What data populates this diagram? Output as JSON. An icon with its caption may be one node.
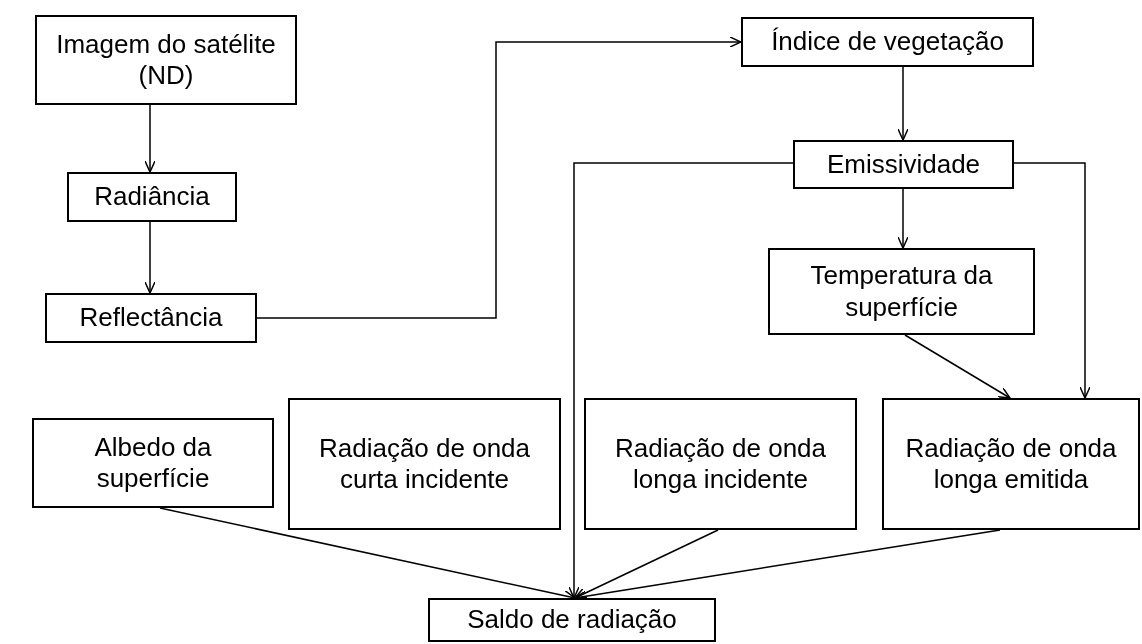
{
  "diagram": {
    "nodes": [
      {
        "text": [
          "Imagem do satélite (ND)"
        ]
      },
      {
        "text": [
          "Radiância"
        ]
      },
      {
        "text": [
          "Reflectância"
        ]
      },
      {
        "text": [
          "Índice de vegetação"
        ]
      },
      {
        "text": [
          "Emissividade"
        ]
      },
      {
        "text": [
          "Temperatura da superfície"
        ]
      },
      {
        "text": [
          "Albedo da superfície"
        ]
      },
      {
        "text": [
          "Radiação de onda curta incidente"
        ]
      },
      {
        "text": [
          "Radiação de onda longa incidente"
        ]
      },
      {
        "text": [
          "Radiação de onda longa emitida"
        ]
      },
      {
        "text": [
          "Saldo de radiação"
        ]
      }
    ],
    "edges": [
      {
        "from": 0,
        "to": 1,
        "arrow": "to"
      },
      {
        "from": 1,
        "to": 2,
        "arrow": "to"
      },
      {
        "from": 2,
        "to": 3,
        "arrow": "to"
      },
      {
        "from": 3,
        "to": 4,
        "arrow": "to"
      },
      {
        "from": 4,
        "to": 10,
        "arrow": "to"
      },
      {
        "from": 4,
        "to": 9,
        "arrow": "to"
      },
      {
        "from": 4,
        "to": 5,
        "arrow": "to"
      },
      {
        "from": 5,
        "to": 9,
        "arrow": "to"
      },
      {
        "from": 6,
        "to": 10,
        "arrow": "to"
      },
      {
        "from": 8,
        "to": 10,
        "arrow": "to"
      },
      {
        "from": 9,
        "to": 10,
        "arrow": "to"
      }
    ]
  }
}
